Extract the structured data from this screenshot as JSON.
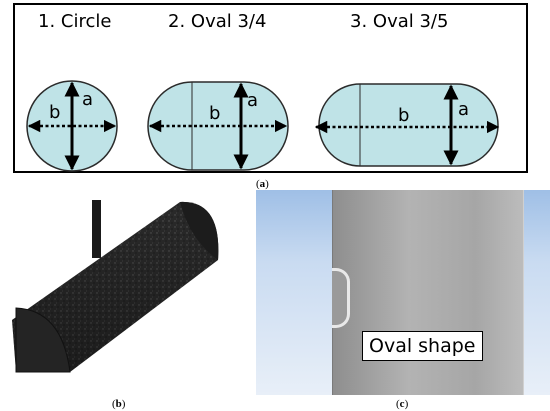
{
  "panel_a": {
    "titles": [
      "1. Circle",
      "2. Oval 3/4",
      "3. Oval 3/5"
    ],
    "dimension_labels": {
      "height": "a",
      "width": "b"
    },
    "shape_fill": "#bfe3e7",
    "shape_stroke": "#2b2b2b"
  },
  "panel_c": {
    "label": "Oval shape"
  },
  "captions": {
    "a": "a",
    "b": "b",
    "c": "c"
  },
  "colors": {
    "blue_sky": "#cfe0f4",
    "cylinder_gray": "#a8a8a8",
    "rock_dark": "#2a2a2a"
  }
}
